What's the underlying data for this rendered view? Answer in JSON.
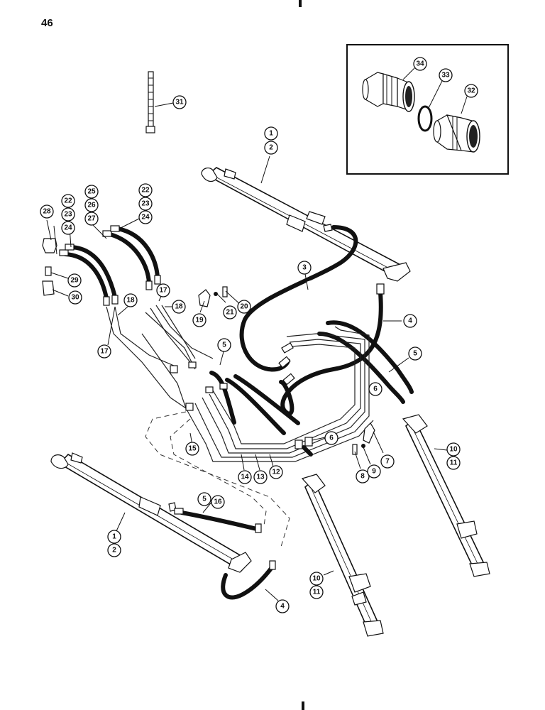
{
  "page_number": "46",
  "callouts": {
    "c31": "31",
    "c34": "34",
    "c33": "33",
    "c32": "32",
    "c1a": "1",
    "c2a": "2",
    "c22a": "22",
    "c23a": "23",
    "c24a": "24",
    "c25": "25",
    "c26": "26",
    "c27": "27",
    "c28": "28",
    "c22b": "22",
    "c23b": "23",
    "c24b": "24",
    "c29": "29",
    "c30": "30",
    "c3": "3",
    "c20": "20",
    "c21": "21",
    "c19": "19",
    "c18a": "18",
    "c17a": "17",
    "c18b": "18",
    "c17b": "17",
    "c4a": "4",
    "c5a": "5",
    "c5b": "5",
    "c6a": "6",
    "c15": "15",
    "c14": "14",
    "c13": "13",
    "c12": "12",
    "c6b": "6",
    "c7": "7",
    "c8": "8",
    "c9": "9",
    "c10a": "10",
    "c11a": "11",
    "c1b": "1",
    "c2b": "2",
    "c5c": "5",
    "c16": "16",
    "c10b": "10",
    "c11b": "11",
    "c4b": "4"
  }
}
